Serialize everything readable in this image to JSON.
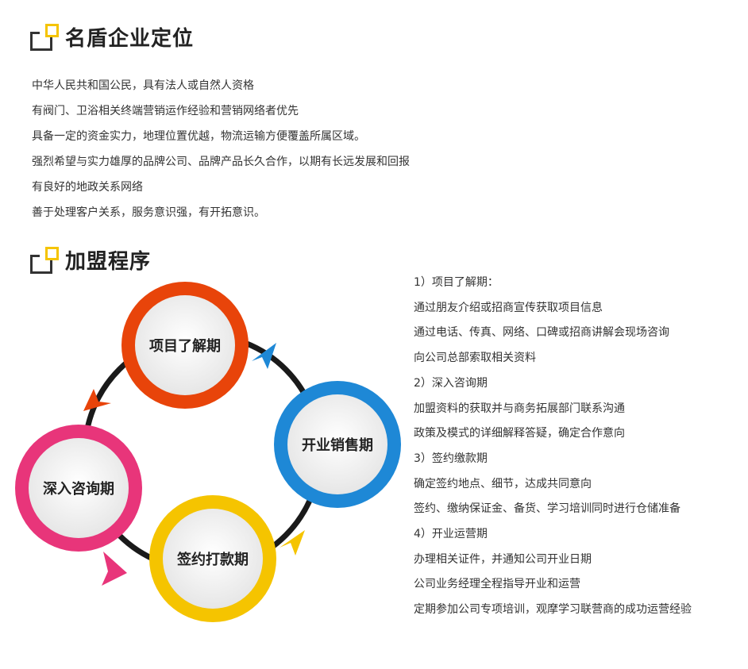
{
  "section1": {
    "title": "名盾企业定位",
    "items": [
      "中华人民共和国公民，具有法人或自然人资格",
      "有阀门、卫浴相关终端营销运作经验和营销网络者优先",
      "具备一定的资金实力，地理位置优越，物流运输方便覆盖所属区域。",
      "强烈希望与实力雄厚的品牌公司、品牌产品长久合作，以期有长远发展和回报",
      "有良好的地政关系网络",
      "善于处理客户关系，服务意识强，有开拓意识。"
    ]
  },
  "section2": {
    "title": "加盟程序",
    "stages": [
      "项目了解期",
      "开业销售期",
      "签约打款期",
      "深入咨询期"
    ],
    "stage_colors": [
      "#e8440a",
      "#1e88d6",
      "#f5c400",
      "#e8357a"
    ],
    "steps": [
      "1）项目了解期：",
      "通过朋友介绍或招商宣传获取项目信息",
      "通过电话、传真、网络、口碑或招商讲解会现场咨询",
      "向公司总部索取相关资料",
      "2）深入咨询期",
      "加盟资料的获取并与商务拓展部门联系沟通",
      "政策及模式的详细解释答疑，确定合作意向",
      "3）签约缴款期",
      "确定签约地点、细节，达成共同意向",
      "签约、缴纳保证金、备货、学习培训同时进行仓储准备",
      "4）开业运营期",
      "办理相关证件，并通知公司开业日期",
      "公司业务经理全程指导开业和运营",
      "定期参加公司专项培训，观摩学习联营商的成功运营经验"
    ]
  }
}
